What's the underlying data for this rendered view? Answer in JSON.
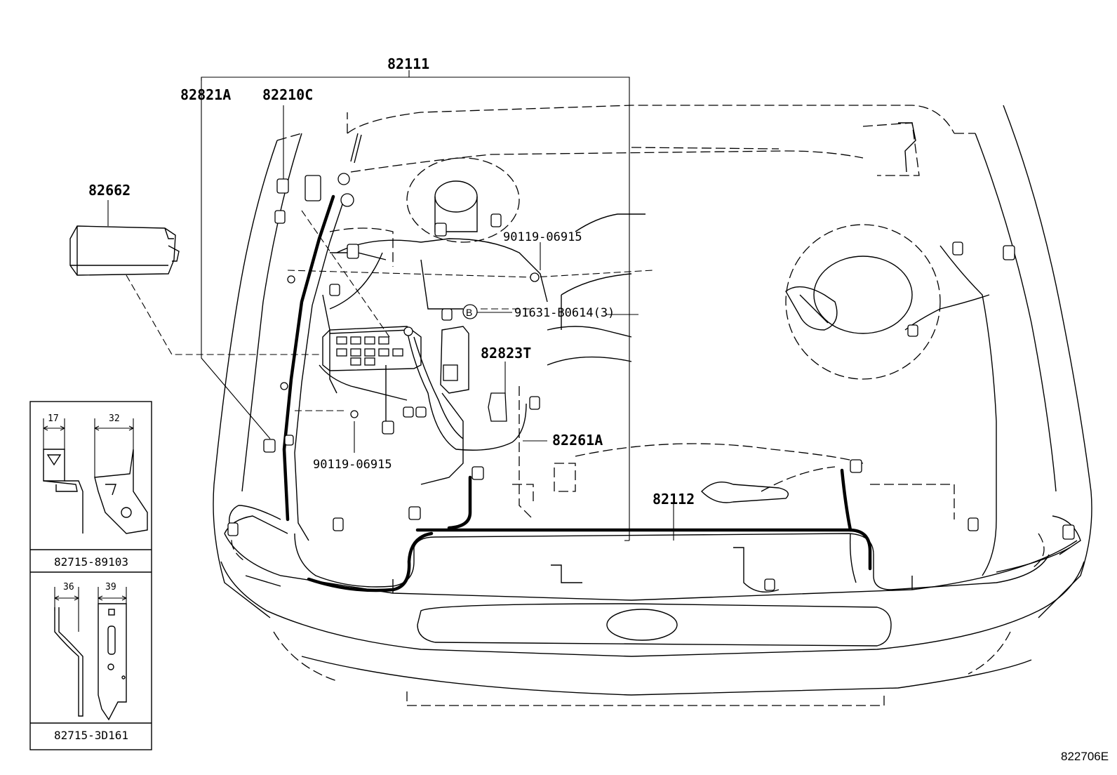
{
  "title_ref": "822706E",
  "callouts": {
    "harness_main": "82111",
    "harness_front": "82112",
    "bracket_a": "82821A",
    "clamp_c": "82210C",
    "cover": "82662",
    "bolt_top": "90119-06915",
    "bolt_bottom": "90119-06915",
    "clip_b": "91631-B0614(3)",
    "clip_b_marker": "B",
    "protector_t": "82823T",
    "wire_a": "82261A"
  },
  "inset": {
    "top": {
      "part_no": "82715-89103",
      "dim_left": "17",
      "dim_right": "32"
    },
    "bottom": {
      "part_no": "82715-3D161",
      "dim_left": "36",
      "dim_right": "39"
    }
  }
}
